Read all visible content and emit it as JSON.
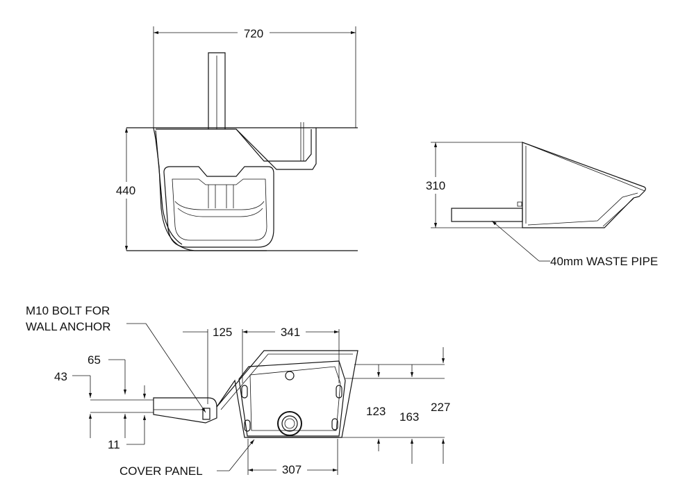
{
  "dimensions": {
    "front_width": "720",
    "front_height": "440",
    "side_height": "310",
    "bottom_125": "125",
    "bottom_341": "341",
    "bottom_65": "65",
    "bottom_43": "43",
    "bottom_11": "11",
    "bottom_307": "307",
    "bottom_123": "123",
    "bottom_163": "163",
    "bottom_227": "227"
  },
  "labels": {
    "waste_pipe": "40mm WASTE PIPE",
    "bolt_line1": "M10 BOLT FOR",
    "bolt_line2": "WALL ANCHOR",
    "cover_panel": "COVER PANEL"
  }
}
